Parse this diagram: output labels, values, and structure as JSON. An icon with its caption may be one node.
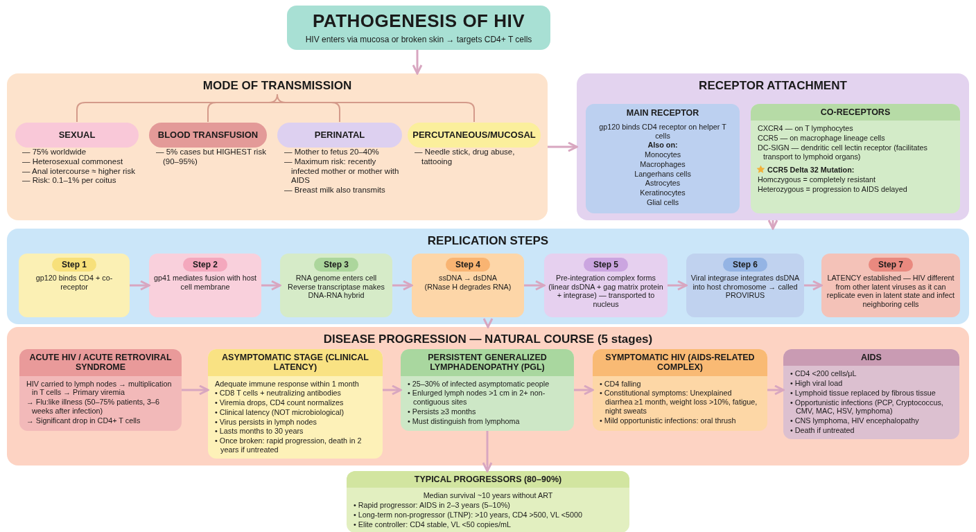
{
  "diagram": {
    "nodes": [
      {
        "text": [
          "PATHOGENESIS OF HIV",
          "HIV enters via mucosa or broken skin → targets CD4+ T cells"
        ]
      },
      {
        "text": [
          "MODE OF TRANSMISSION"
        ]
      },
      {
        "text": [
          "SEXUAL",
          "— 75% worldwide",
          "— Heterosexual commonest",
          "— Anal iotercourse ≈ higher risk",
          "— Risk: 0.1–1% per coitus"
        ],
        "in": 1
      },
      {
        "text": [
          "BLOOD TRANSFUSION",
          "— 5% cases but HIGHEST risk (90–95%)"
        ],
        "in": 1
      },
      {
        "text": [
          "PERINATAL",
          "— Mother to fetus 20–40%",
          "— Maximum risk: recently infected mother or mother with AIDS",
          "— Breast milk also transmits"
        ],
        "in": 1
      },
      {
        "text": [
          "PERCUTANEOUS/MUCOSAL",
          "— Needle stick, drug abuse, tattooing"
        ],
        "in": 1
      },
      {
        "text": [
          "RECEPTOR ATTACHMENT"
        ]
      },
      {
        "text": [
          "MAIN RECEPTOR",
          "gp120 binds CD4 receptor on helper T cells",
          "Also on:",
          "Monocytes",
          "Macrophages",
          "Langerhans cells",
          "Astrocytes",
          "Keratinocytes",
          "Glial cells"
        ],
        "in": 6
      },
      {
        "text": [
          "CO-RECEPTORS",
          "CXCR4 — on T lymphocytes",
          "CCR5 — on macrophage lineage cells",
          "DC-SIGN — dendritic cell lectin receptor (facilitates transport to lymphoid organs)",
          "CCR5 Delta 32 Mutation:",
          "Homczygous = completely resistant",
          "Heterozygous = progression to AIDS delayed"
        ],
        "in": 6
      },
      {
        "text": [
          "REPLICATION STEPS"
        ]
      },
      {
        "text": [
          "Step 1",
          "gp120 binds CD4 + co-receptor"
        ],
        "in": 9
      },
      {
        "text": [
          "Step 2",
          "gp41 mediates fusion with host cell membrane"
        ],
        "in": 9
      },
      {
        "text": [
          "Step 3",
          "RNA genome enters cell",
          "Reverse transcriptase makes DNA-RNA hybrid"
        ],
        "in": 9
      },
      {
        "text": [
          "Step 4",
          "ssDNA → dsDNA",
          "(RNase H degrades RNA)"
        ],
        "in": 9
      },
      {
        "text": [
          "Step 5",
          "Pre-integration complex forms (linear dsDNA + gag matrix protein + integrase) — transported to nucleus"
        ],
        "in": 9
      },
      {
        "text": [
          "Step 6",
          "Viral integrase integrates dsDNA into host chromosome → called PROVIRUS"
        ],
        "in": 9
      },
      {
        "text": [
          "Step 7",
          "LATENCY established — HIV different from other latent viruses as it can replicate even in latent state and infect neighboring cells"
        ],
        "in": 9
      },
      {
        "text": [
          "DISEASE PROGRESSION — NATURAL COURSE (5 stages)"
        ]
      },
      {
        "text": [
          "ACUTE HIV / ACUTE RETROVIRAL SYNDROME",
          "HIV carried to lymph nodes → multiplication in T cells → Primary viremia",
          "→ Flu:like illness (50–75% patients, 3–6 weeks after infection)",
          "→ Significant drop in CD4+ T cells"
        ],
        "in": 17
      },
      {
        "text": [
          "ASYMPTOMATIC STAGE (CLINICAL LATENCY)",
          "Adequate immune response within 1 month",
          "• CD8 T cells + neutralizing antibodies",
          "• Viremia drops, CD4 count normalizes",
          "• Clinical latency (NOT microbiological)",
          "• Virus persists in lymph nodes",
          "• Lasts months to 30 years",
          "• Once broken: rapid progression, death in 2 years if untreated"
        ],
        "in": 17
      },
      {
        "text": [
          "PERSISTENT GENERALIZED LYMPHADENOPATHY (PGL)",
          "• 25–30% of infected asymptomatic people",
          "• Enlurged lymph nodes >1 cm in 2+ non-contiguous sites",
          "• Persists ≥3 months",
          "• Must distinguish from lymphoma"
        ],
        "in": 17
      },
      {
        "text": [
          "SYMPTOMATIC HIV (AIDS-RELATED COMPLEX)",
          "• CD4 falling",
          "• Constitutional symptoms: Unexplained diarrhea ≥1 month, weight loss >10%, fatigue, night sweats",
          "• Mild opportunistic infections: oral thrush"
        ],
        "in": 17
      },
      {
        "text": [
          "AIDS",
          "• CD4 <200 cells/μL",
          "• High viral load",
          "• Lymphoid tissue replaced by fibrous tissue",
          "• Opportunistic infections (PCP, Cryptococcus, CMV, MAC, HSV, lymphoma)",
          "• CNS lymphoma, HIV encephalopathy",
          "• Death if untreated"
        ],
        "in": 17
      },
      {
        "text": [
          "TYPICAL PROGRESSORS (80–90%)",
          "Median survival ~10 years without ART",
          "• Rapid progressor: AIDS in 2–3 years (5–10%)",
          "• Long-term non-progressor (LTNP): >10 years, CD4 >500, VL <5000",
          "• Elite controller: CD4 stable, VL <50 copies/mL"
        ]
      }
    ],
    "edges": [
      {
        "from": 0,
        "to": 1,
        "arrow": "to"
      },
      {
        "from": 1,
        "to": 6,
        "arrow": "to"
      },
      {
        "from": 6,
        "to": 9,
        "arrow": "to"
      },
      {
        "from": 10,
        "to": 11,
        "arrow": "to"
      },
      {
        "from": 11,
        "to": 12,
        "arrow": "to"
      },
      {
        "from": 12,
        "to": 13,
        "arrow": "to"
      },
      {
        "from": 13,
        "to": 14,
        "arrow": "to"
      },
      {
        "from": 14,
        "to": 15,
        "arrow": "to"
      },
      {
        "from": 15,
        "to": 16,
        "arrow": "to"
      },
      {
        "from": 9,
        "to": 17,
        "arrow": "to"
      },
      {
        "from": 18,
        "to": 19,
        "arrow": "to"
      },
      {
        "from": 19,
        "to": 20,
        "arrow": "to"
      },
      {
        "from": 20,
        "to": 21,
        "arrow": "to"
      },
      {
        "from": 21,
        "to": 22,
        "arrow": "to"
      },
      {
        "from": 20,
        "to": 23,
        "arrow": "to"
      }
    ]
  }
}
